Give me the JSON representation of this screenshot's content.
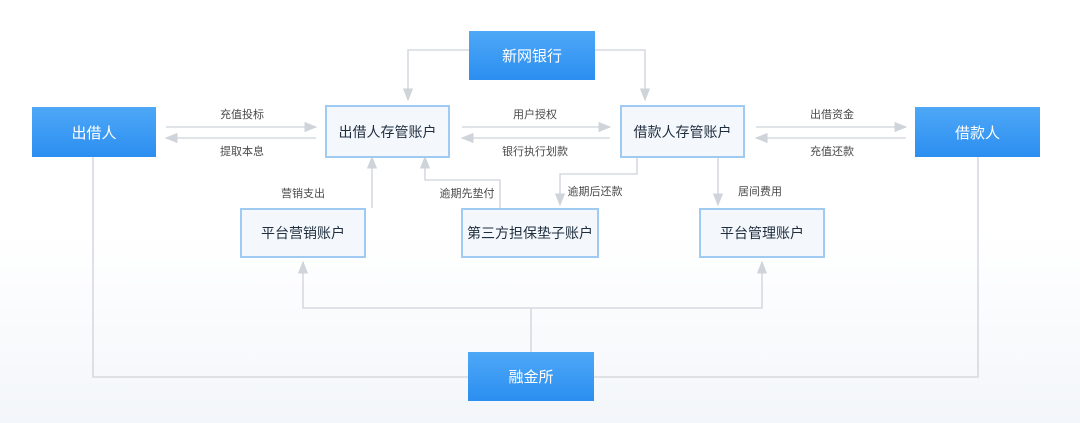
{
  "nodes": {
    "bank": "新网银行",
    "lender": "出借人",
    "lender_account": "出借人存管账户",
    "borrower_account": "借款人存管账户",
    "borrower": "借款人",
    "marketing_account": "平台营销账户",
    "guarantee_account": "第三方担保垫子账户",
    "management_account": "平台管理账户",
    "exchange": "融金所"
  },
  "edges": {
    "recharge_invest": "充值投标",
    "withdraw_principal": "提取本息",
    "user_authorize": "用户授权",
    "bank_transfer": "银行执行划款",
    "lend_funds": "出借资金",
    "recharge_repay": "充值还款",
    "marketing_expense": "营销支出",
    "overdue_advance": "逾期先垫付",
    "overdue_repay": "逾期后还款",
    "intermediary_fee": "居间费用"
  },
  "colors": {
    "solid_node": "#3a9bf4",
    "outline_border": "#9fcaf2",
    "edge": "#d0d4da"
  }
}
